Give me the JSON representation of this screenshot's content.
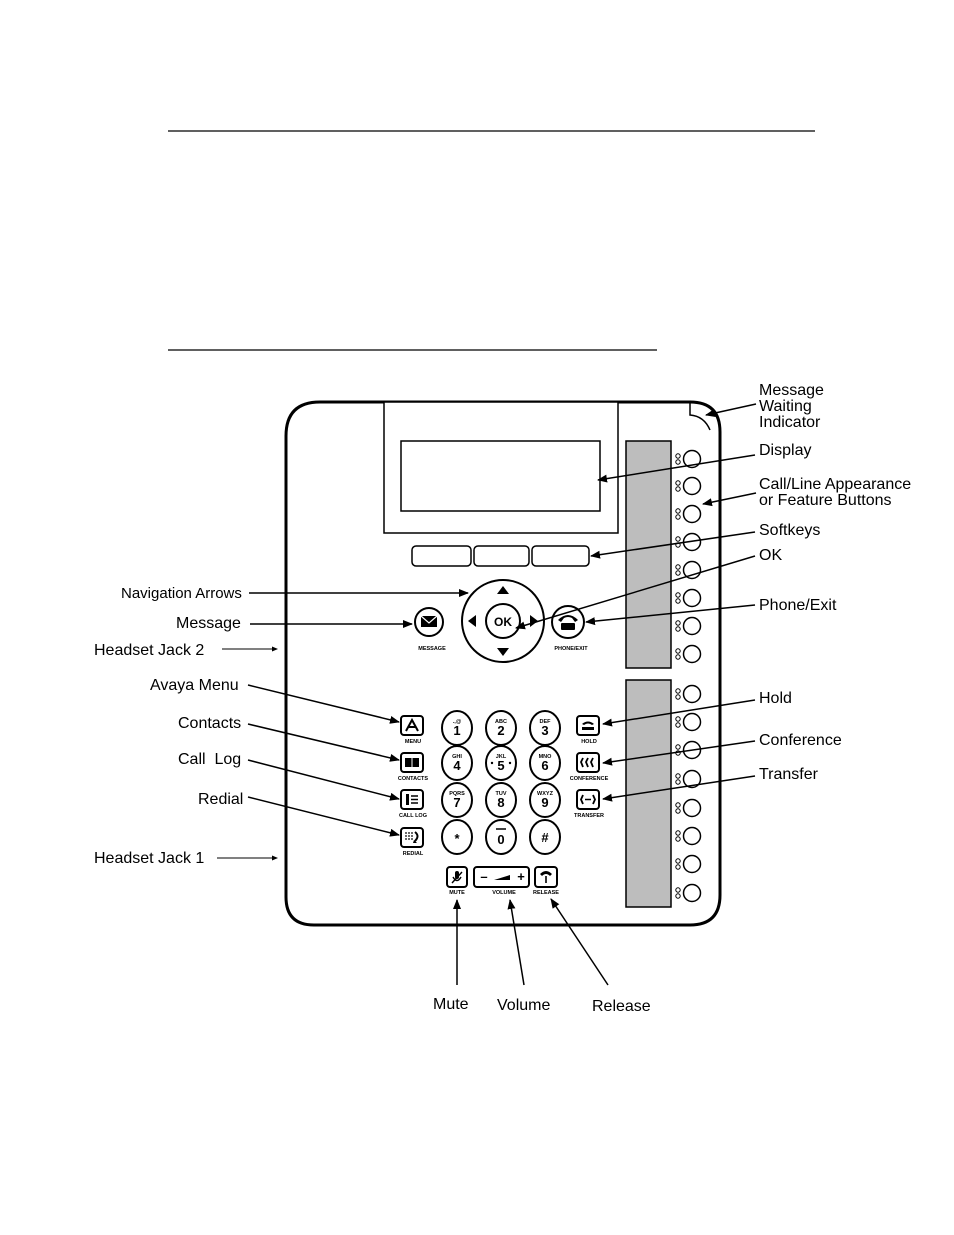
{
  "labels": {
    "message_waiting": [
      "Message",
      "Waiting",
      "Indicator"
    ],
    "display": "Display",
    "line_buttons": [
      "Call/Line Appearance",
      "or Feature Buttons"
    ],
    "softkeys": "Softkeys",
    "ok": "OK",
    "navigation_arrows": "Navigation Arrows",
    "message": "Message",
    "phone_exit": "Phone/Exit",
    "headset_jack_2": "Headset Jack  2",
    "avaya_menu": "Avaya Menu",
    "hold": "Hold",
    "contacts": "Contacts",
    "conference": "Conference",
    "call_log": "Call  Log",
    "transfer": "Transfer",
    "redial": "Redial",
    "headset_jack_1": "Headset Jack 1",
    "mute": "Mute",
    "volume": "Volume",
    "release": "Release"
  },
  "button_captions": {
    "message": "MESSAGE",
    "phone_exit": "PHONE/EXIT",
    "menu": "MENU",
    "contacts": "CONTACTS",
    "call_log": "CALL LOG",
    "redial": "REDIAL",
    "hold": "HOLD",
    "conference": "CONFERENCE",
    "transfer": "TRANSFER",
    "mute": "MUTE",
    "volume": "VOLUME",
    "release": "RELEASE",
    "ok_button": "OK"
  },
  "keypad": {
    "row1": [
      {
        "digit": "1",
        "letters": ".,@"
      },
      {
        "digit": "2",
        "letters": "ABC"
      },
      {
        "digit": "3",
        "letters": "DEF"
      }
    ],
    "row2": [
      {
        "digit": "4",
        "letters": "GHI"
      },
      {
        "digit": "5",
        "letters": "JKL"
      },
      {
        "digit": "6",
        "letters": "MNO"
      }
    ],
    "row3": [
      {
        "digit": "7",
        "letters": "PQRS"
      },
      {
        "digit": "8",
        "letters": "TUV"
      },
      {
        "digit": "9",
        "letters": "WXYZ"
      }
    ],
    "row4": [
      {
        "digit": "*",
        "letters": ""
      },
      {
        "digit": "0",
        "letters": ""
      },
      {
        "digit": "#",
        "letters": ""
      }
    ]
  },
  "volume_signs": {
    "minus": "–",
    "plus": "+"
  },
  "icons": {
    "message": "envelope-icon",
    "phone_exit": "phone-icon",
    "menu": "avaya-a-icon",
    "contacts": "book-icon",
    "call_log": "call-log-icon",
    "redial": "redial-icon",
    "hold": "hold-icon",
    "conference": "conference-icon",
    "transfer": "transfer-icon",
    "mute": "microphone-icon",
    "release": "hangup-icon"
  }
}
